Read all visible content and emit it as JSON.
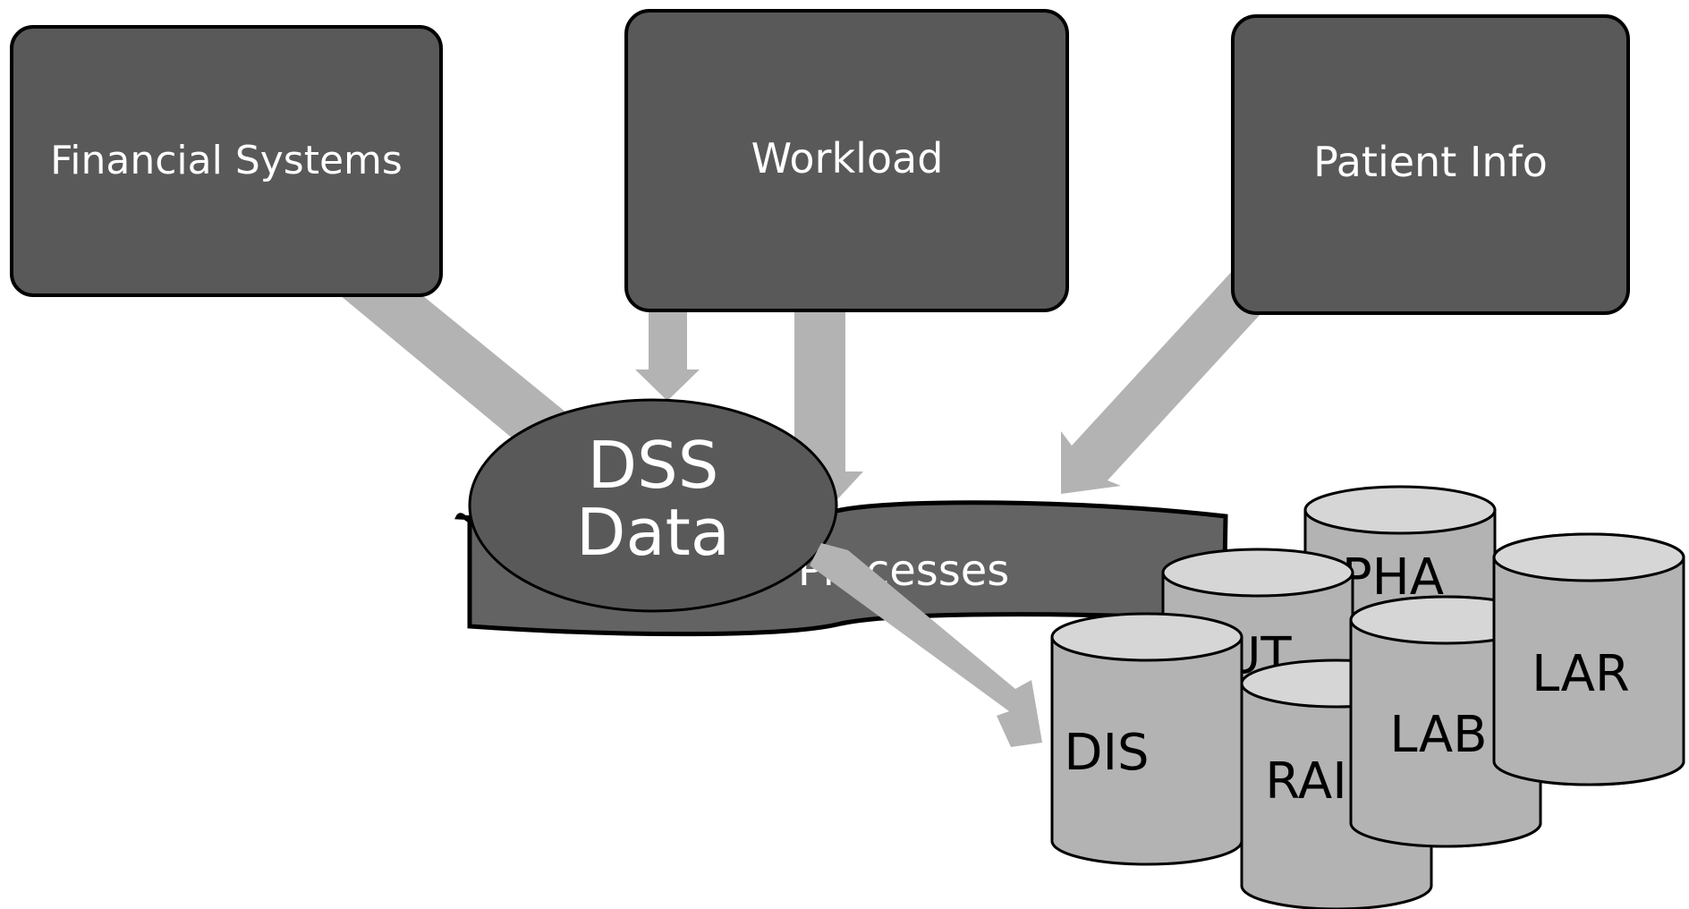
{
  "sources": [
    {
      "id": "financial",
      "label": "Financial Systems"
    },
    {
      "id": "workload",
      "label": "Workload"
    },
    {
      "id": "patient",
      "label": "Patient Info"
    }
  ],
  "center": {
    "dss_line1": "DSS",
    "dss_line2": "Data",
    "processes": "Processes"
  },
  "databases": [
    "PHA",
    "OUT",
    "LAR",
    "LAB",
    "DIS",
    "RAI"
  ],
  "colors": {
    "box_fill": "#595959",
    "arrow_fill": "#b3b3b3",
    "cylinder_fill": "#b3b3b3",
    "cylinder_top": "#d6d6d6",
    "processes_fill": "#636363"
  }
}
